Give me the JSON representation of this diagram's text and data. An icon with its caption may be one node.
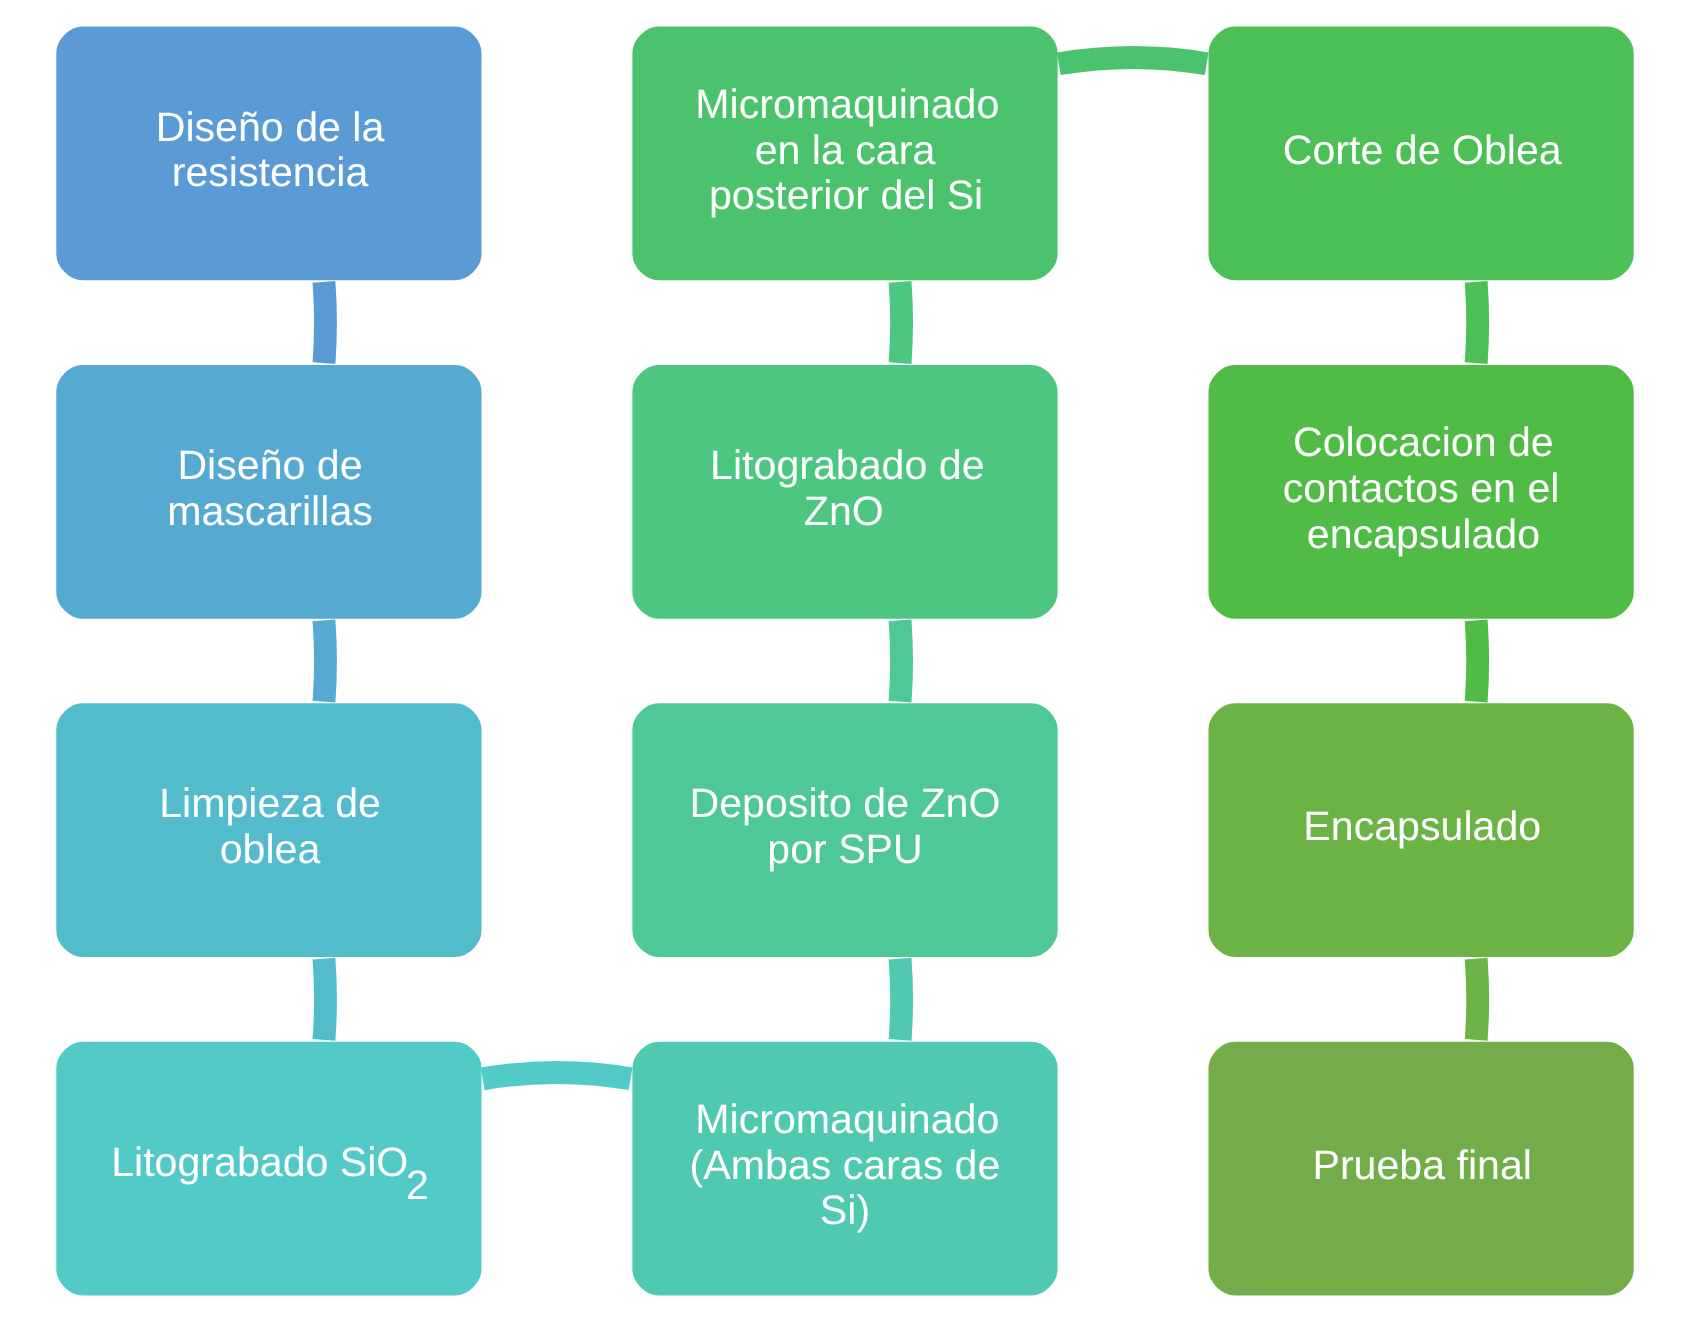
{
  "diagram": {
    "nodes": [
      {
        "text": [
          "Diseño de la resistencia"
        ]
      },
      {
        "text": [
          "Diseño de mascarillas"
        ]
      },
      {
        "text": [
          "Limpieza de oblea"
        ]
      },
      {
        "text": [
          "Litograbado SiO$_{2}$"
        ]
      },
      {
        "text": [
          "Micromaquinado (Ambas caras de Si)"
        ]
      },
      {
        "text": [
          "Deposito de ZnO por SPU"
        ]
      },
      {
        "text": [
          "Litograbado de ZnO"
        ]
      },
      {
        "text": [
          "Micromaquinado en la cara posterior del Si"
        ]
      },
      {
        "text": [
          "Corte de Oblea"
        ]
      },
      {
        "text": [
          "Colocacion de contactos en el encapsulado"
        ]
      },
      {
        "text": [
          "Encapsulado"
        ]
      },
      {
        "text": [
          "Prueba final"
        ]
      }
    ],
    "edges": [
      {
        "from": 0,
        "to": 1,
        "arrow": "none",
        "color": "#5b9bd5"
      },
      {
        "from": 1,
        "to": 2,
        "arrow": "none",
        "color": "#56a9d0"
      },
      {
        "from": 2,
        "to": 3,
        "arrow": "none",
        "color": "#53bccc"
      },
      {
        "from": 3,
        "to": 4,
        "arrow": "none",
        "color": "#52cbc8"
      },
      {
        "from": 4,
        "to": 5,
        "arrow": "none",
        "color": "#4fcab0"
      },
      {
        "from": 5,
        "to": 6,
        "arrow": "none",
        "color": "#4dc896"
      },
      {
        "from": 6,
        "to": 7,
        "arrow": "none",
        "color": "#4cc680"
      },
      {
        "from": 7,
        "to": 8,
        "arrow": "none",
        "color": "#4ac36c"
      },
      {
        "from": 8,
        "to": 9,
        "arrow": "none",
        "color": "#4cbf57"
      },
      {
        "from": 9,
        "to": 10,
        "arrow": "none",
        "color": "#50bc45"
      },
      {
        "from": 10,
        "to": 11,
        "arrow": "none",
        "color": "#6bb345"
      }
    ]
  }
}
